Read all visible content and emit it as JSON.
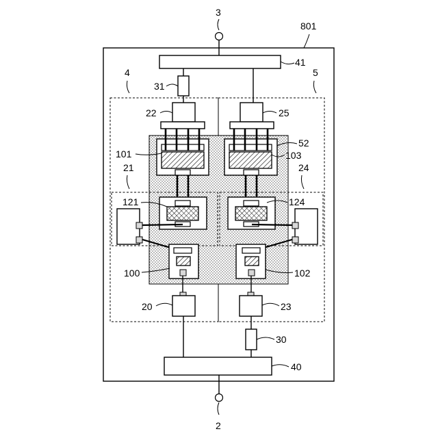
{
  "diagram": {
    "labels": {
      "terminal_top": "3",
      "terminal_bottom": "2",
      "device": "801",
      "region_4": "4",
      "region_5": "5",
      "region_21": "21",
      "region_24": "24",
      "bus_41": "41",
      "bus_40": "40",
      "comp_31": "31",
      "comp_30": "30",
      "block_22": "22",
      "block_25": "25",
      "block_20": "20",
      "block_23": "23",
      "chip_101": "101",
      "chip_103": "103",
      "chip_121": "121",
      "chip_124": "124",
      "chip_100": "100",
      "chip_102": "102",
      "frame_52": "52"
    }
  }
}
